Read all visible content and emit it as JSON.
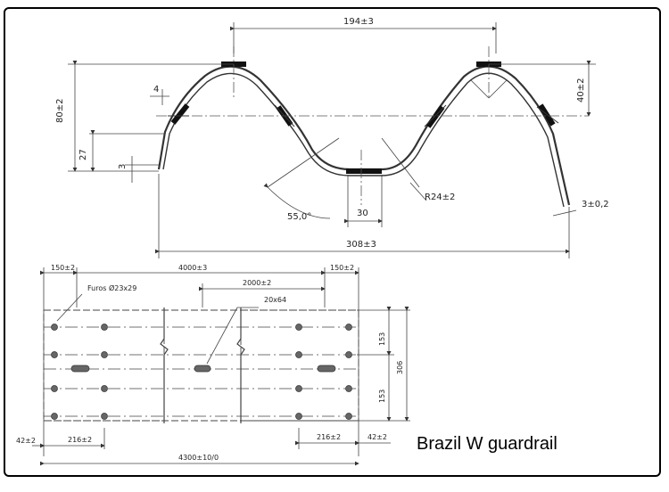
{
  "caption": "Brazil W guardrail",
  "profile": {
    "dim_top": "194±3",
    "dim_height_total": "80±2",
    "dim_right_height": "40±2",
    "dim_flange": "4",
    "dim_27": "27",
    "dim_3": "3",
    "dim_angle": "55,0°",
    "dim_30": "30",
    "dim_radius": "R24±2",
    "dim_thickness": "3±0,2",
    "dim_width": "308±3"
  },
  "plan": {
    "dim_150_left": "150±2",
    "dim_4000": "4000±3",
    "dim_150_right": "150±2",
    "dim_2000": "2000±2",
    "holes_note": "Furos Ø23x29",
    "slot_note": "20x64",
    "dim_153_top": "153",
    "dim_153_bottom": "153",
    "dim_306": "306",
    "dim_42_left": "42±2",
    "dim_216_left": "216±2",
    "dim_216_right": "216±2",
    "dim_42_right": "42±2",
    "dim_4300": "4300±10/0"
  }
}
